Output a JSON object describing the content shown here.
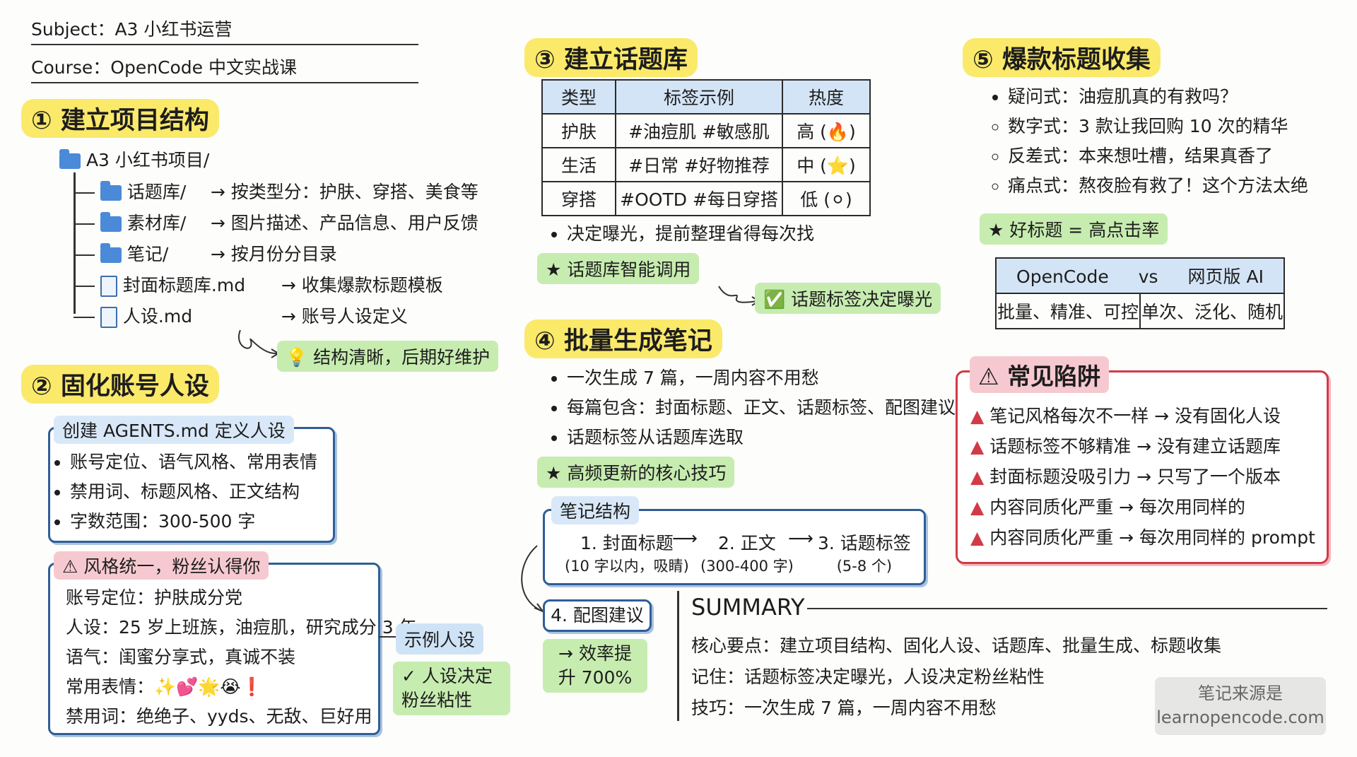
{
  "header": {
    "subject": "Subject：A3 小红书运营",
    "course": "Course：OpenCode 中文实战课"
  },
  "s1": {
    "title": "① 建立项目结构",
    "root": "A3 小红书项目/",
    "rows": [
      {
        "name": "话题库/",
        "desc": "→ 按类型分：护肤、穿搭、美食等"
      },
      {
        "name": "素材库/",
        "desc": "→ 图片描述、产品信息、用户反馈"
      },
      {
        "name": "笔记/",
        "desc": "→ 按月份分目录"
      },
      {
        "name": "封面标题库.md",
        "desc": "→ 收集爆款标题模板"
      },
      {
        "name": "人设.md",
        "desc": "→ 账号人设定义"
      }
    ],
    "tip": "💡 结构清晰，后期好维护"
  },
  "s2": {
    "title": "② 固化账号人设",
    "box_title": "创建 AGENTS.md 定义人设",
    "items": [
      "账号定位、语气风格、常用表情",
      "禁用词、标题风格、正文结构",
      "字数范围：300-500 字"
    ],
    "warn_title": "⚠ 风格统一，粉丝认得你",
    "example_lines": [
      "账号定位：护肤成分党",
      "人设：25 岁上班族，油痘肌，研究成分 3 年",
      "语气：闺蜜分享式，真诚不装",
      "常用表情：✨💕🌟😭❗",
      "禁用词：绝绝子、yyds、无敌、巨好用"
    ],
    "example_tag": "示例人设",
    "decide": "✓ 人设决定粉丝粘性"
  },
  "s3": {
    "title": "③ 建立话题库",
    "headers": [
      "类型",
      "标签示例",
      "热度"
    ],
    "rows": [
      [
        "护肤",
        "#油痘肌 #敏感肌",
        "高 (🔥)"
      ],
      [
        "生活",
        "#日常 #好物推荐",
        "中 (⭐)"
      ],
      [
        "穿搭",
        "#OOTD #每日穿搭",
        "低 (⚪)"
      ]
    ],
    "bullet": "决定曝光，提前整理省得每次找",
    "star": "★ 话题库智能调用",
    "check": "✅ 话题标签决定曝光"
  },
  "s4": {
    "title": "④ 批量生成笔记",
    "items": [
      "一次生成 7 篇，一周内容不用愁",
      "每篇包含：封面标题、正文、话题标签、配图建议",
      "话题标签从话题库选取"
    ],
    "star": "★ 高频更新的核心技巧",
    "box_title": "笔记结构",
    "steps": [
      {
        "label": "1. 封面标题",
        "sub": "(10 字以内，吸睛)"
      },
      {
        "label": "2. 正文",
        "sub": "(300-400 字)"
      },
      {
        "label": "3. 话题标签",
        "sub": "(5-8 个)"
      }
    ],
    "arrow": "⟶",
    "step4": "4. 配图建议",
    "efficiency": "→ 效率提升 700%"
  },
  "s5": {
    "title": "⑤ 爆款标题收集",
    "items": [
      "疑问式：油痘肌真的有救吗？",
      "数字式：3 款让我回购 10 次的精华",
      "反差式：本来想吐槽，结果真香了",
      "痛点式：熬夜脸有救了！这个方法太绝"
    ],
    "star": "★ 好标题 = 高点击率",
    "compare_headers": [
      "OpenCode",
      "vs",
      "网页版 AI"
    ],
    "compare_row": [
      "批量、精准、可控",
      "单次、泛化、随机"
    ]
  },
  "pitfalls": {
    "title": "⚠ 常见陷阱",
    "items": [
      "笔记风格每次不一样 → 没有固化人设",
      "话题标签不够精准 → 没有建立话题库",
      "封面标题没吸引力 → 只写了一个版本",
      "内容同质化严重 → 每次用同样的",
      "内容同质化严重 → 每次用同样的 prompt"
    ]
  },
  "summary": {
    "title": "SUMMARY",
    "lines": [
      "核心要点：建立项目结构、固化人设、话题库、批量生成、标题收集",
      "记住：话题标签决定曝光，人设决定粉丝粘性",
      "技巧：一次生成 7 篇，一周内容不用愁"
    ]
  },
  "source": [
    "笔记来源是",
    "learnopencode.com"
  ],
  "colors": {
    "highlight": "#fbe96a",
    "green": "#c7ecb0",
    "blue_border": "#2f5e96",
    "red_border": "#d23a46"
  }
}
